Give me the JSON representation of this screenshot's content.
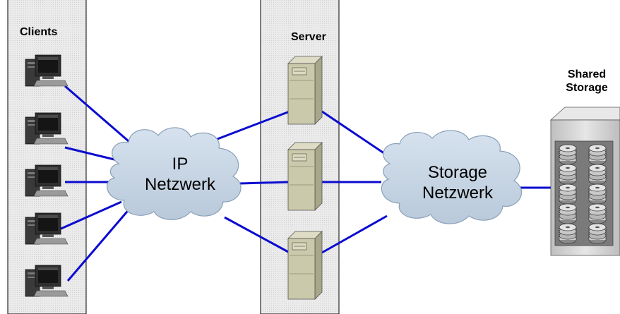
{
  "labels": {
    "clients": "Clients",
    "server": "Server",
    "shared_storage_line1": "Shared",
    "shared_storage_line2": "Storage",
    "ip_network_line1": "IP",
    "ip_network_line2": "Netzwerk",
    "storage_network_line1": "Storage",
    "storage_network_line2": "Netzwerk"
  },
  "colors": {
    "panel": "#e9e9e9",
    "link": "#0b0bd0",
    "cloud": "#c9d7e6",
    "server_body": "#c9c8a8",
    "storage_cabinet": "#d4d4d4",
    "disk": "#d8d8d8"
  },
  "counts": {
    "clients": 5,
    "servers": 3,
    "disk_stacks": 10
  }
}
